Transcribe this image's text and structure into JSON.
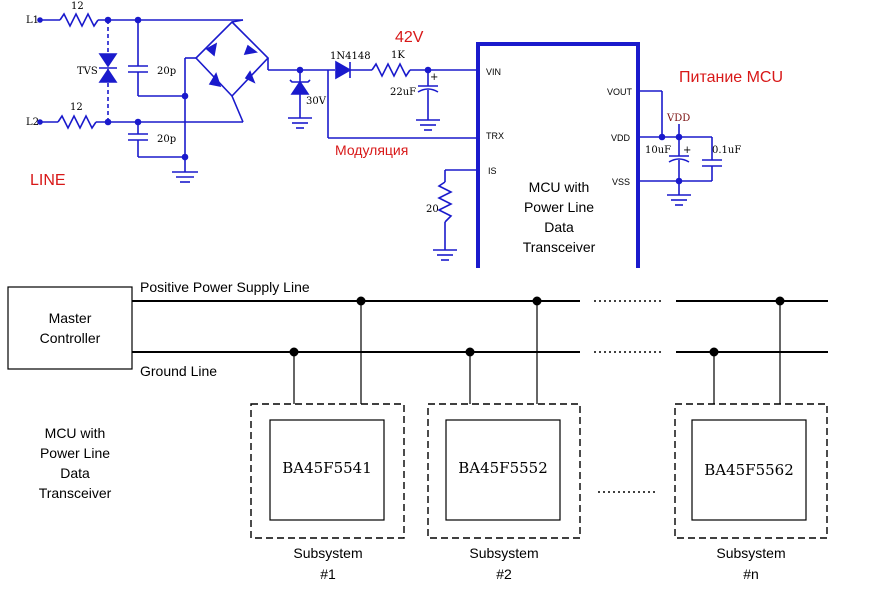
{
  "schematic": {
    "line1_label": "L1",
    "line2_label": "L2",
    "r_line1": "12",
    "r_line2": "12",
    "tvs_label": "TVS",
    "cap_line1": "20p",
    "cap_line2": "20p",
    "zener_label": "30V",
    "diode_label": "1N4148",
    "resistor_1k": "1K",
    "voltage_label": "42V",
    "cap_22u": "22uF",
    "plus_sign": "+",
    "modulation_label": "Модуляция",
    "line_label": "LINE",
    "r_is": "20",
    "mcu_power_label": "Питание MCU",
    "vdd_net": "VDD",
    "cap_10u": "10uF",
    "cap_01u": "0.1uF",
    "chip": {
      "pins_left": [
        "VIN",
        "TRX",
        "IS"
      ],
      "pins_right": [
        "VOUT",
        "VDD",
        "VSS"
      ],
      "title_lines": [
        "MCU with",
        "Power Line",
        "Data",
        "Transceiver"
      ]
    },
    "colors": {
      "circuit": "#1a1acc",
      "accent": "#d81818",
      "component_text": "#7a1010"
    }
  },
  "topology": {
    "master": [
      "Master",
      "Controller"
    ],
    "power_line": "Positive Power Supply Line",
    "ground_line": "Ground Line",
    "side_label": [
      "MCU with",
      "Power Line",
      "Data",
      "Transceiver"
    ],
    "subsystems": [
      {
        "chip": "BA45F5541",
        "caption": [
          "Subsystem",
          "#1"
        ]
      },
      {
        "chip": "BA45F5552",
        "caption": [
          "Subsystem",
          "#2"
        ]
      },
      {
        "chip": "BA45F5562",
        "caption": [
          "Subsystem",
          "#n"
        ]
      }
    ]
  }
}
